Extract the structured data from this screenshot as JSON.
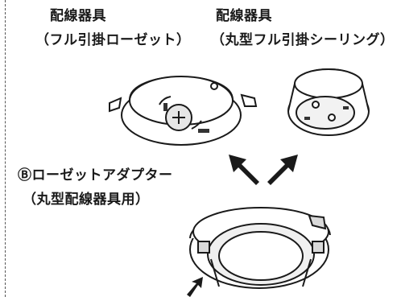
{
  "labels": {
    "fixture_full_rosette": {
      "title": "配線器具",
      "subtitle": "（フル引掛ローゼット）"
    },
    "fixture_round_ceiling": {
      "title": "配線器具",
      "subtitle": "（丸型フル引掛シーリング）"
    },
    "adapter": {
      "title": "Ⓑローゼットアダプター",
      "subtitle": "（丸型配線器具用）"
    }
  },
  "colors": {
    "line": "#1a1a1a",
    "surface": "#ffffff",
    "shade": "#d9d9d9",
    "dark": "#333333"
  }
}
